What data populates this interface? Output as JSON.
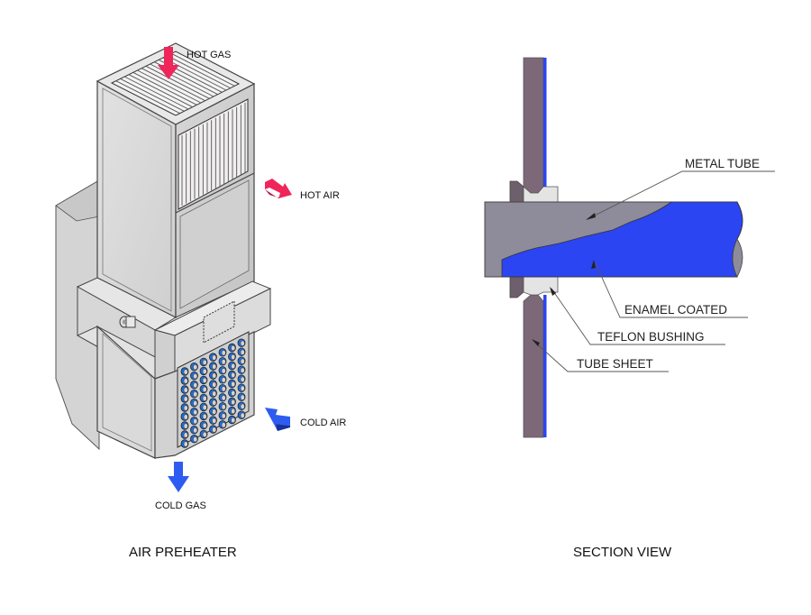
{
  "diagram": {
    "left_panel": {
      "caption": "AIR PREHEATER",
      "labels": {
        "hot_gas": "HOT GAS",
        "hot_air": "HOT AIR",
        "cold_air": "COLD AIR",
        "cold_gas": "COLD GAS"
      },
      "tube_grid": {
        "rows": 9,
        "cols": 7
      }
    },
    "right_panel": {
      "caption": "SECTION VIEW",
      "labels": {
        "metal_tube": "METAL TUBE",
        "enamel_coated": "ENAMEL COATED",
        "teflon_bushing": "TEFLON BUSHING",
        "tube_sheet": "TUBE SHEET"
      }
    },
    "colors": {
      "hot": "#f0255a",
      "cold": "#2f5cf0",
      "enamel": "#2b45f2",
      "metal": "#8e8c9a",
      "tube_sheet": "#7d6878",
      "bushing": "#e4e4e4",
      "casing": "#dcdcdc"
    }
  }
}
